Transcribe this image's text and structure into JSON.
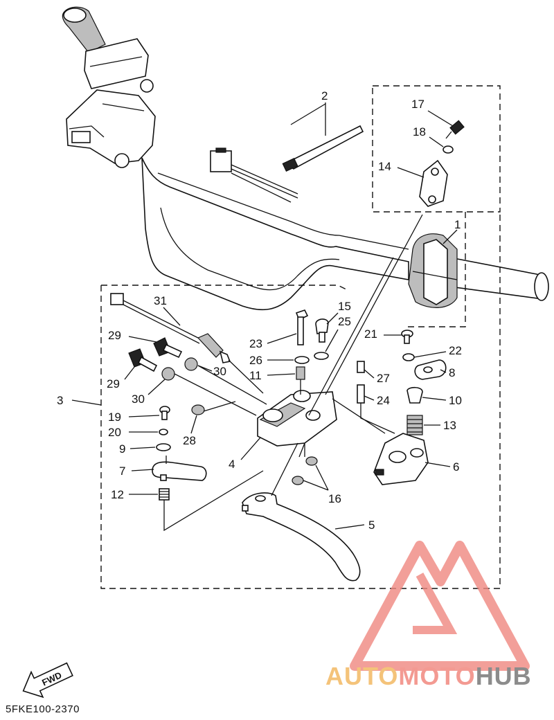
{
  "diagram": {
    "part_numbers": [
      "1",
      "2",
      "3",
      "4",
      "5",
      "6",
      "7",
      "8",
      "9",
      "10",
      "11",
      "12",
      "13",
      "14",
      "15",
      "16",
      "17",
      "18",
      "19",
      "20",
      "21",
      "22",
      "23",
      "24",
      "25",
      "26",
      "27",
      "28",
      "29",
      "29",
      "30",
      "30",
      "31"
    ],
    "fwd_label": "FWD",
    "drawing_code": "5FKE100-2370"
  },
  "watermark": {
    "part1": "AUTO",
    "part2": "MOTO",
    "part3": "HUB",
    "colors": {
      "auto": "#f4c37a",
      "moto": "#f39a92",
      "hub": "#8c8c8c",
      "logo": "#f08880"
    }
  }
}
